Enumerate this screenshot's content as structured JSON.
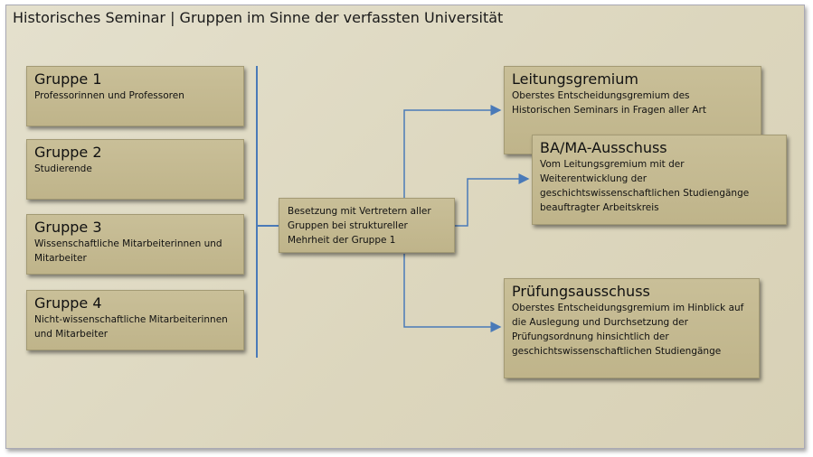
{
  "title": "Historisches Seminar | Gruppen im Sinne der verfassten Universität",
  "groups": [
    {
      "label": "Gruppe 1",
      "desc": "Professorinnen und Professoren"
    },
    {
      "label": "Gruppe 2",
      "desc": "Studierende"
    },
    {
      "label": "Gruppe 3",
      "desc": "Wissenschaftliche Mitarbeiterinnen und Mitarbeiter"
    },
    {
      "label": "Gruppe 4",
      "desc": "Nicht-wissenschaftliche Mitarbeiterinnen und Mitarbeiter"
    }
  ],
  "center": {
    "text": "Besetzung mit Vertretern aller Gruppen bei struktureller Mehrheit der Gruppe 1"
  },
  "bodies": [
    {
      "label": "Leitungsgremium",
      "desc": "Oberstes Entscheidungsgremium des Historischen Seminars in Fragen aller Art"
    },
    {
      "label": "BA/MA-Ausschuss",
      "desc": "Vom Leitungsgremium mit der Weiterentwicklung der geschichtswissenschaftlichen Studiengänge beauftragter Arbeitskreis"
    },
    {
      "label": "Prüfungsausschuss",
      "desc": "Oberstes Entscheidungsgremium im Hinblick auf die Auslegung und Durchsetzung der Prüfungsordnung hinsichtlich der geschichtswissenschaftlichen Studiengänge"
    }
  ],
  "colors": {
    "box": "#c4ba91",
    "line": "#4a7ab8",
    "background": "#dfd9c2"
  }
}
